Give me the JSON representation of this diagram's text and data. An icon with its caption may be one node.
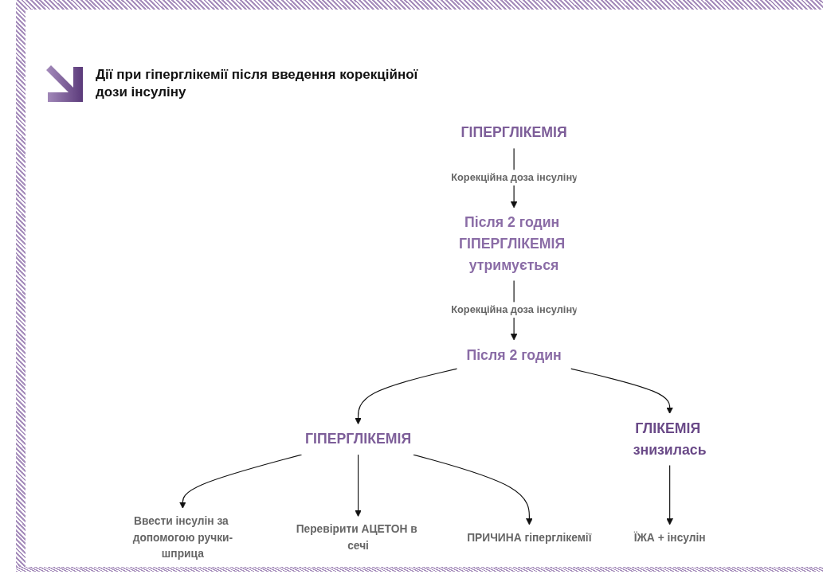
{
  "diagram": {
    "title": "Дії при гіперглікемії після введення корекційної дози інсуліну",
    "nodes": [
      {
        "text": [
          "ГІПЕРГЛІКЕМІЯ"
        ]
      },
      {
        "text": [
          "Після 2 годин ГІПЕРГЛІКЕМІЯ утримується"
        ]
      },
      {
        "text": [
          "Після 2 годин"
        ]
      },
      {
        "text": [
          "ГІПЕРГЛІКЕМІЯ"
        ]
      },
      {
        "text": [
          "ГЛІКЕМІЯ знизилась"
        ]
      },
      {
        "text": [
          "Ввести інсулін за допомогою ручки-шприца"
        ]
      },
      {
        "text": [
          "Перевірити АЦЕТОН в сечі"
        ]
      },
      {
        "text": [
          "ПРИЧИНА гіперглікемії"
        ]
      },
      {
        "text": [
          "ЇЖА + інсулін"
        ]
      }
    ],
    "edges": [
      {
        "from": 0,
        "to": 1,
        "arrow": "to",
        "label": "Корекційна доза інсуліну"
      },
      {
        "from": 1,
        "to": 2,
        "arrow": "to",
        "label": "Корекційна доза інсуліну"
      },
      {
        "from": 2,
        "to": 3,
        "arrow": "to"
      },
      {
        "from": 2,
        "to": 4,
        "arrow": "to"
      },
      {
        "from": 3,
        "to": 5,
        "arrow": "to"
      },
      {
        "from": 3,
        "to": 6,
        "arrow": "to"
      },
      {
        "from": 3,
        "to": 7,
        "arrow": "to"
      },
      {
        "from": 4,
        "to": 8,
        "arrow": "to"
      }
    ]
  }
}
